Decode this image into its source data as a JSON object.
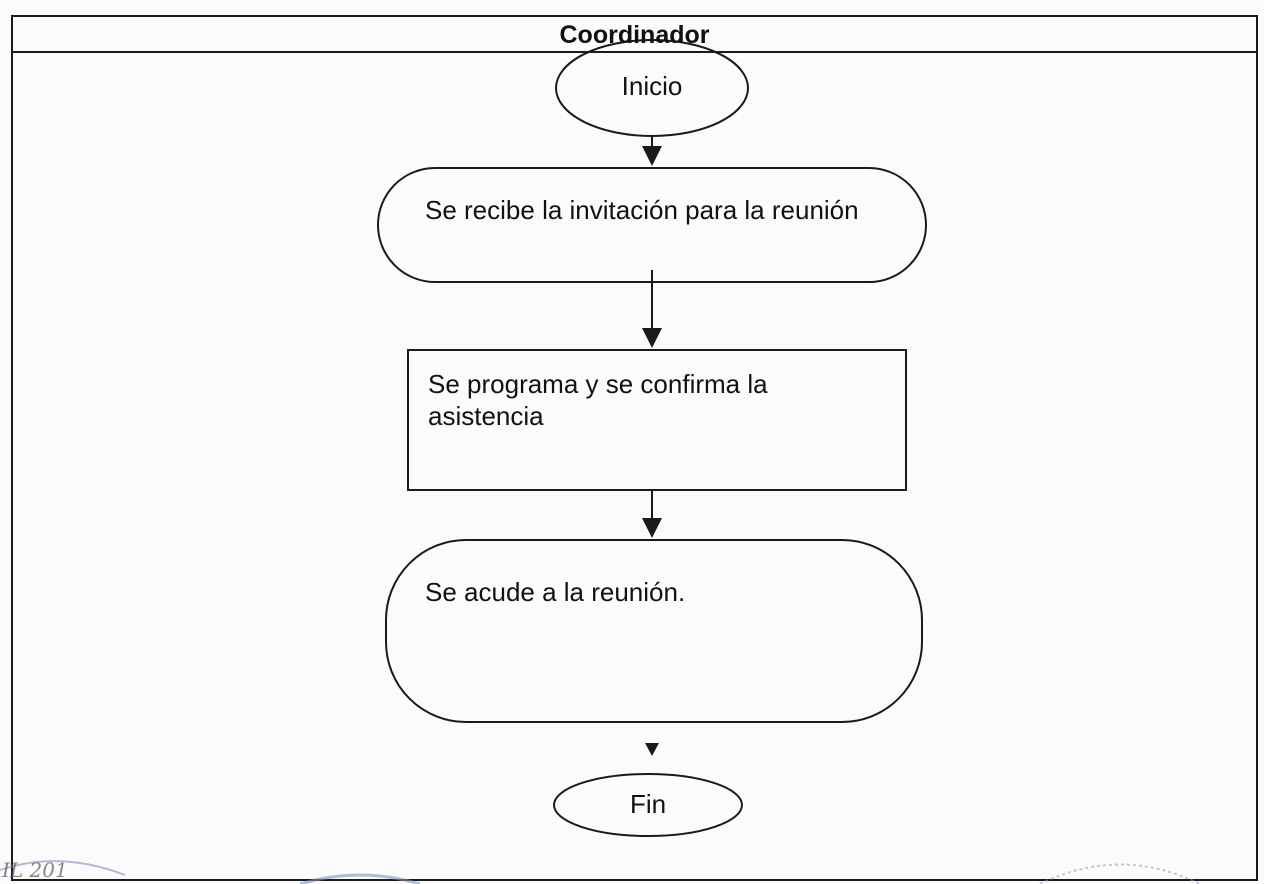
{
  "lane": {
    "title": "Coordinador"
  },
  "nodes": {
    "start": "Inicio",
    "receive": "Se recibe la invitación  para la reunión",
    "schedule": "Se programa   y se confirma la asistencia",
    "attend": "Se acude a la reunión.",
    "end": "Fin"
  },
  "stamps": {
    "left": "IL 201"
  },
  "colors": {
    "stroke": "#1a1a1a",
    "background": "#fbfbfb",
    "stamp": "#7f93b8"
  }
}
